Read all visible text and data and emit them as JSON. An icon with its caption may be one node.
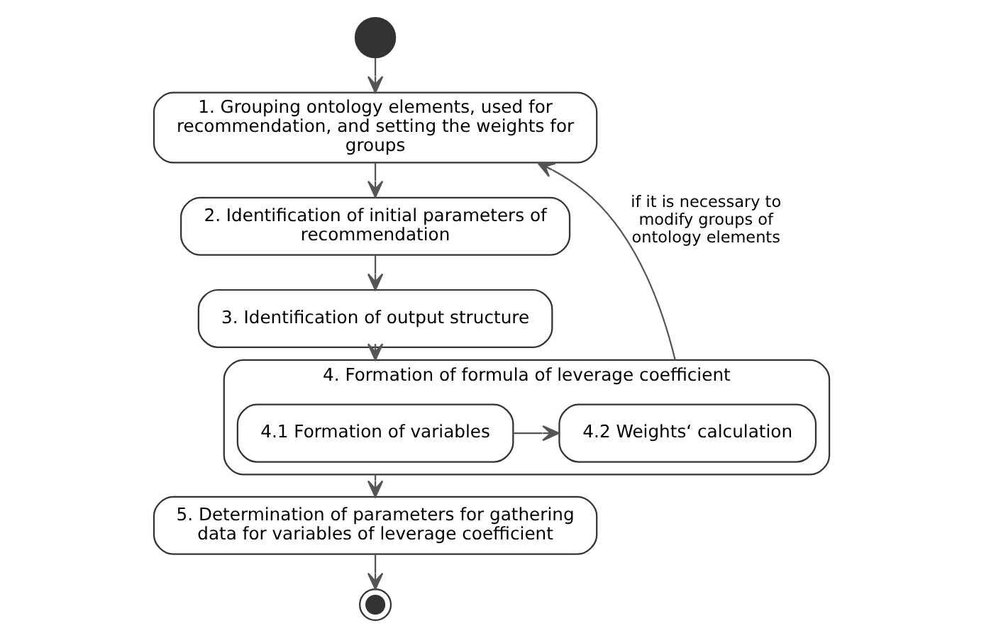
{
  "diagram": {
    "nodes": [
      {
        "text": [],
        "shape": "circle"
      },
      {
        "text": [
          "1. Grouping ontology elements, used for recommendation, and setting the weights for groups"
        ]
      },
      {
        "text": [
          "2. Identification of initial parameters of recommendation"
        ]
      },
      {
        "text": [
          "3. Identification of output structure"
        ]
      },
      {
        "text": [
          "4. Formation of formula of leverage coefficient"
        ]
      },
      {
        "text": [
          "4.1 Formation of variables"
        ],
        "in": 4
      },
      {
        "text": [
          "4.2 Weights‘ calculation"
        ],
        "in": 4
      },
      {
        "text": [
          "5. Determination of parameters for gathering data for variables of leverage coefficient"
        ]
      },
      {
        "text": [],
        "shape": "circle"
      }
    ],
    "edges": [
      {
        "from": 0,
        "to": 1,
        "arrow": "to"
      },
      {
        "from": 1,
        "to": 2,
        "arrow": "to"
      },
      {
        "from": 2,
        "to": 3,
        "arrow": "to"
      },
      {
        "from": 3,
        "to": 4,
        "arrow": "to"
      },
      {
        "from": 5,
        "to": 6,
        "arrow": "to"
      },
      {
        "from": 4,
        "to": 1,
        "arrow": "to",
        "label": "if it is necessary to modify groups of ontology elements"
      },
      {
        "from": 4,
        "to": 7,
        "arrow": "to"
      },
      {
        "from": 7,
        "to": 8,
        "arrow": "to"
      }
    ]
  }
}
